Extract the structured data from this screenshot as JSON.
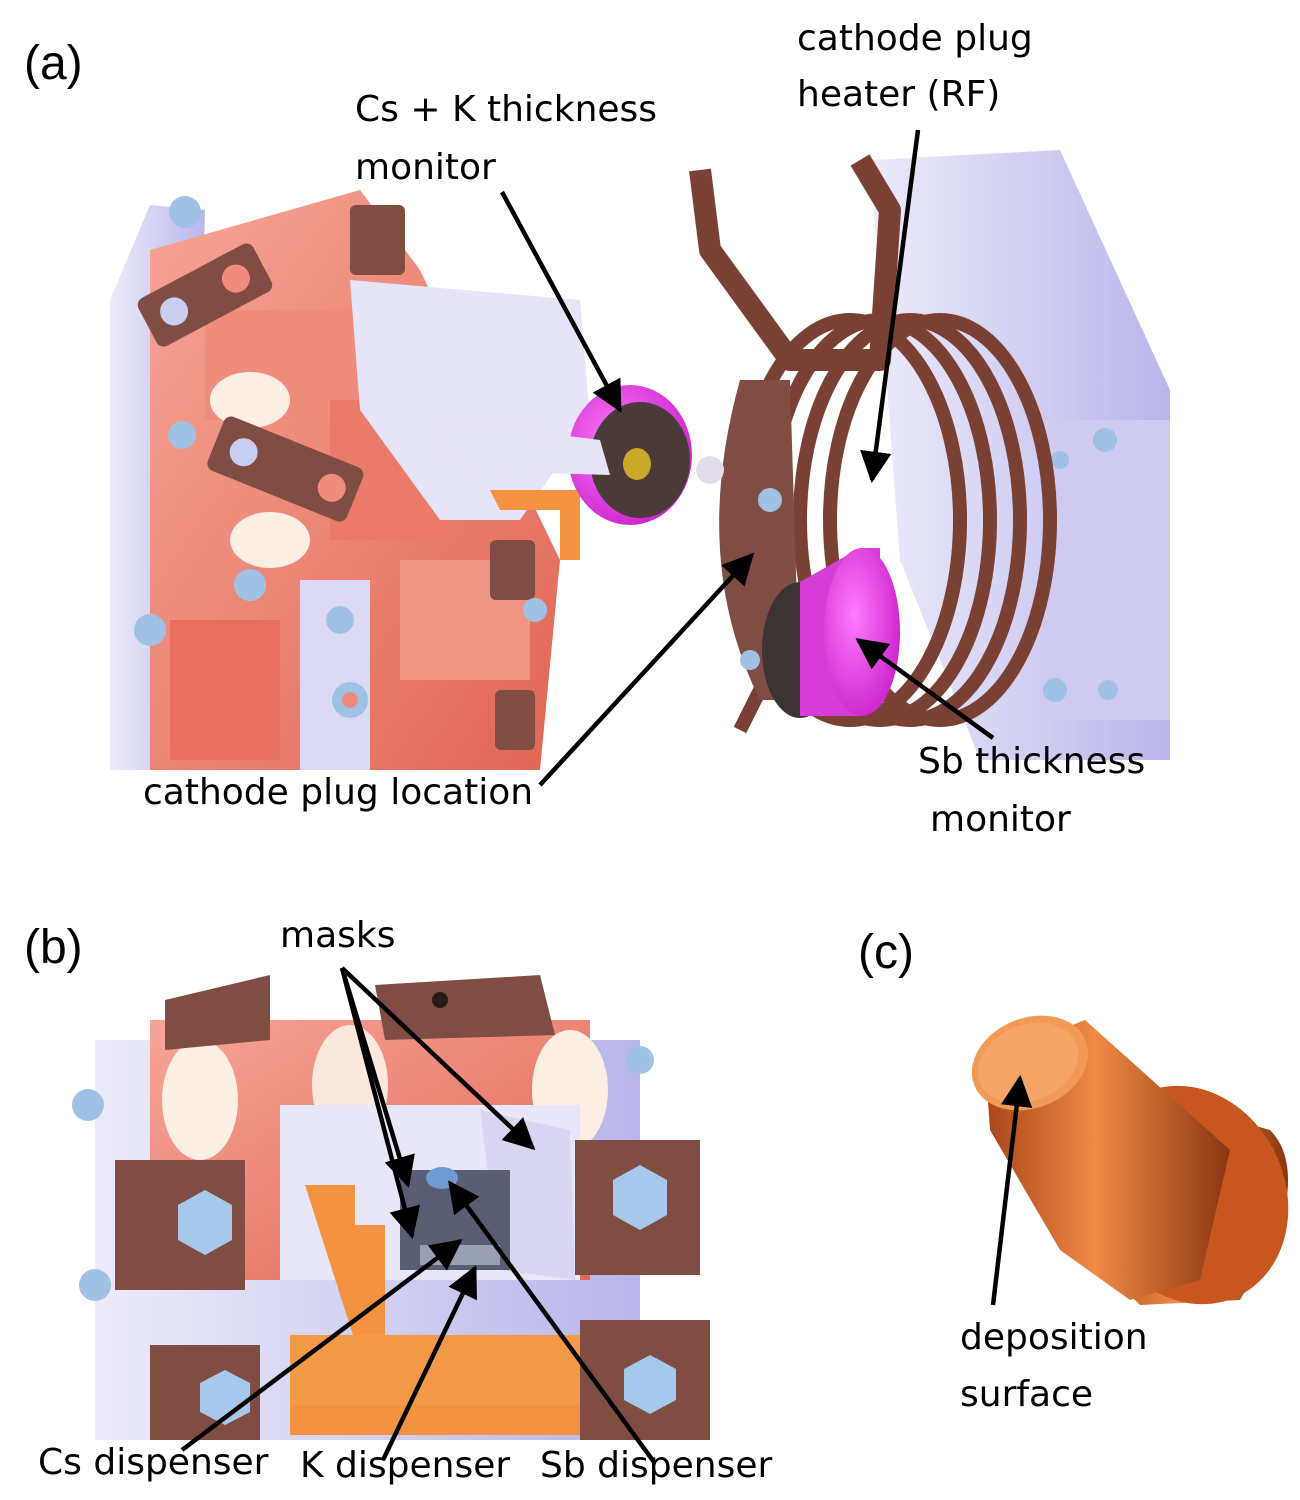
{
  "panels": {
    "a": "(a)",
    "b": "(b)",
    "c": "(c)"
  },
  "labels": {
    "cs_k_monitor": [
      "Cs + K thickness",
      "monitor"
    ],
    "heater": [
      "cathode plug",
      "heater (RF)"
    ],
    "plug_location": "cathode plug location",
    "sb_monitor": [
      "Sb thickness",
      "monitor"
    ],
    "masks": "masks",
    "cs_dispenser": "Cs dispenser",
    "k_dispenser": "K dispenser",
    "sb_dispenser": "Sb dispenser",
    "deposition": [
      "deposition",
      "surface"
    ]
  },
  "colors": {
    "salmon": "#ee7d6d",
    "brown": "#7a4a3e",
    "lavender": "#d7d4f2",
    "magenta": "#e640e6",
    "copper": "#d96a2a",
    "orange": "#f39240",
    "steel_blue": "#9fc2e4"
  }
}
